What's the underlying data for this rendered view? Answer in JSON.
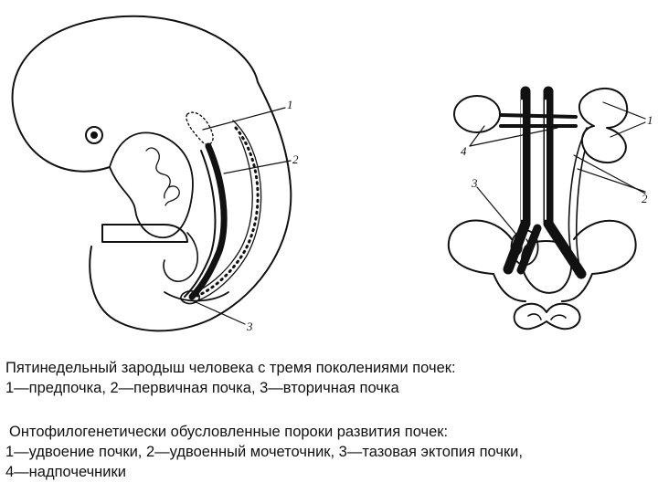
{
  "figure": {
    "embryo_labels": [
      "1",
      "2",
      "3"
    ],
    "kidney_labels": [
      "1",
      "2",
      "3",
      "4"
    ]
  },
  "caption_embryo": {
    "title": "Пятинедельный зародыш человека с тремя поколениями почек:",
    "items": "1—предпочка, 2—первичная почка, 3—вторичная почка"
  },
  "caption_anomalies": {
    "title": "Онтофилогенетически обусловленные пороки развития почек:",
    "items_line1": "1—удвоение почки, 2—удвоенный мочеточник, 3—тазовая эктопия почки,",
    "items_line2": "4—надпочечники"
  }
}
